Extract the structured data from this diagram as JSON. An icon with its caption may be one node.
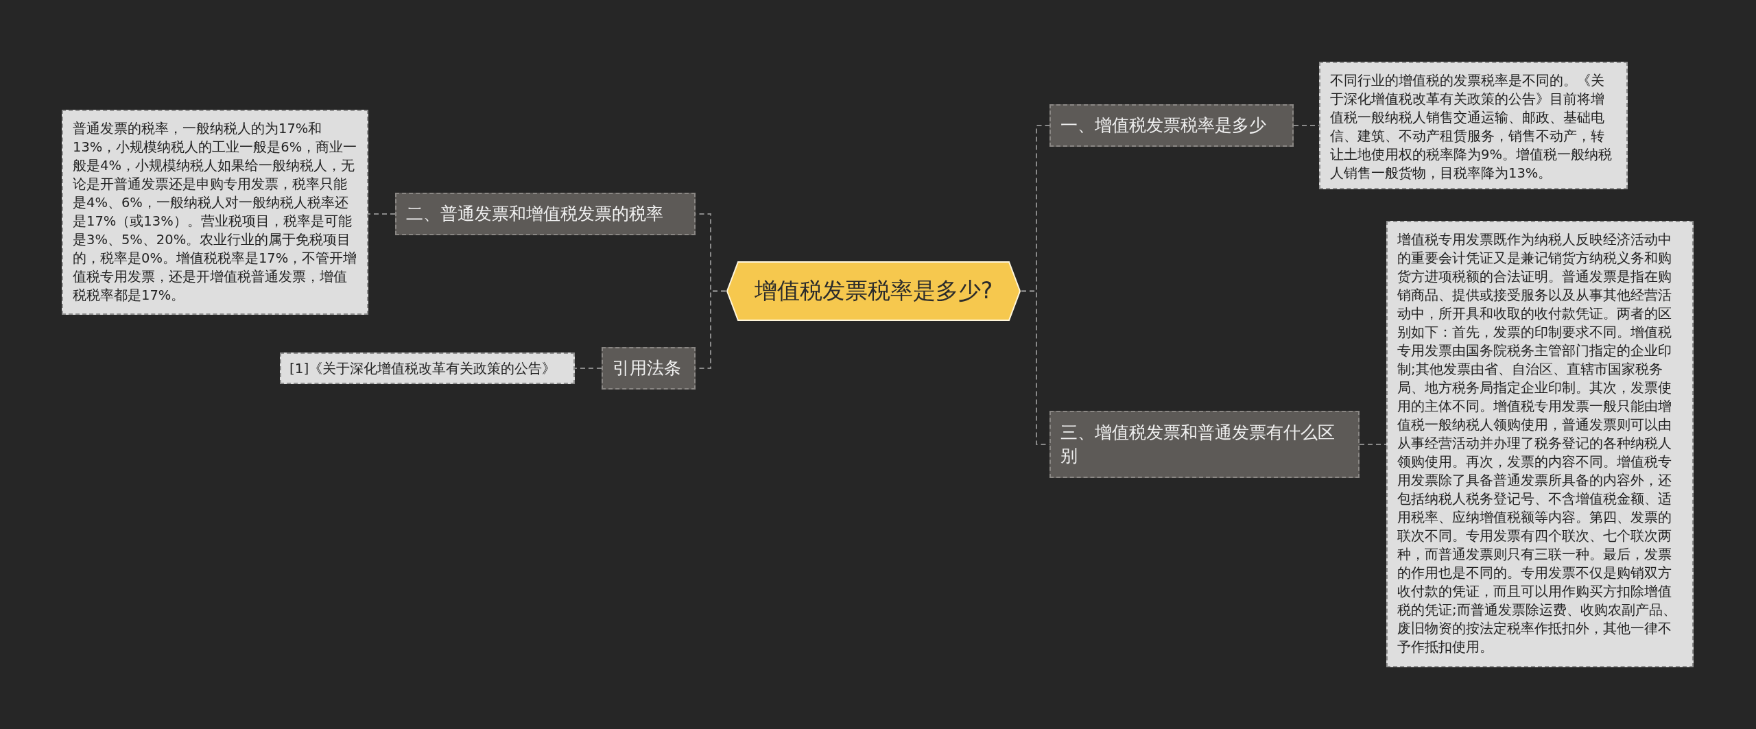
{
  "diagram": {
    "nodes": [
      {
        "text": [
          "增值税发票税率是多少?"
        ]
      },
      {
        "text": [
          "二、普通发票和增值税发票的税率"
        ]
      },
      {
        "text": [
          "普通发票的税率，一般纳税人的为17%和13%，小规模纳税人的工业一般是6%，商业一般是4%，小规模纳税人如果给一般纳税人，无论是开普通发票还是申购专用发票，税率只能是4%、6%，一般纳税人对一般纳税人税率还是17%（或13%）。营业税项目，税率是可能是3%、5%、20%。农业行业的属于免税项目的，税率是0%。增值税税率是17%，不管开增值税专用发票，还是开增值税普通发票，增值税税率都是17%。"
        ]
      },
      {
        "text": [
          "引用法条"
        ]
      },
      {
        "text": [
          "[1]《关于深化增值税改革有关政策的公告》"
        ]
      },
      {
        "text": [
          "一、增值税发票税率是多少"
        ]
      },
      {
        "text": [
          "不同行业的增值税的发票税率是不同的。《关于深化增值税改革有关政策的公告》目前将增值税一般纳税人销售交通运输、邮政、基础电信、建筑、不动产租赁服务，销售不动产，转让土地使用权的税率降为9%。增值税一般纳税人销售一般货物，目税率降为13%。"
        ]
      },
      {
        "text": [
          "三、增值税发票和普通发票有什么区别"
        ]
      },
      {
        "text": [
          "增值税专用发票既作为纳税人反映经济活动中的重要会计凭证又是兼记销货方纳税义务和购货方进项税额的合法证明。普通发票是指在购销商品、提供或接受服务以及从事其他经营活动中，所开具和收取的收付款凭证。两者的区别如下：首先，发票的印制要求不同。增值税专用发票由国务院税务主管部门指定的企业印制;其他发票由省、自治区、直辖市国家税务局、地方税务局指定企业印制。其次，发票使用的主体不同。增值税专用发票一般只能由增值税一般纳税人领购使用，普通发票则可以由从事经营活动并办理了税务登记的各种纳税人领购使用。再次，发票的内容不同。增值税专用发票除了具备普通发票所具备的内容外，还包括纳税人税务登记号、不含增值税金额、适用税率、应纳增值税额等内容。第四、发票的联次不同。专用发票有四个联次、七个联次两种，而普通发票则只有三联一种。最后，发票的作用也是不同的。专用发票不仅是购销双方收付款的凭证，而且可以用作购买方扣除增值税的凭证;而普通发票除运费、收购农副产品、废旧物资的按法定税率作抵扣外，其他一律不予作抵扣使用。"
        ]
      }
    ],
    "edges": [
      {
        "from": 0,
        "to": 1,
        "arrow": "none",
        "style": "dashed"
      },
      {
        "from": 1,
        "to": 2,
        "arrow": "none",
        "style": "dashed"
      },
      {
        "from": 0,
        "to": 3,
        "arrow": "none",
        "style": "dashed"
      },
      {
        "from": 3,
        "to": 4,
        "arrow": "none",
        "style": "dashed"
      },
      {
        "from": 0,
        "to": 5,
        "arrow": "none",
        "style": "dashed"
      },
      {
        "from": 5,
        "to": 6,
        "arrow": "none",
        "style": "dashed"
      },
      {
        "from": 0,
        "to": 7,
        "arrow": "none",
        "style": "dashed"
      },
      {
        "from": 7,
        "to": 8,
        "arrow": "none",
        "style": "dashed"
      }
    ]
  }
}
